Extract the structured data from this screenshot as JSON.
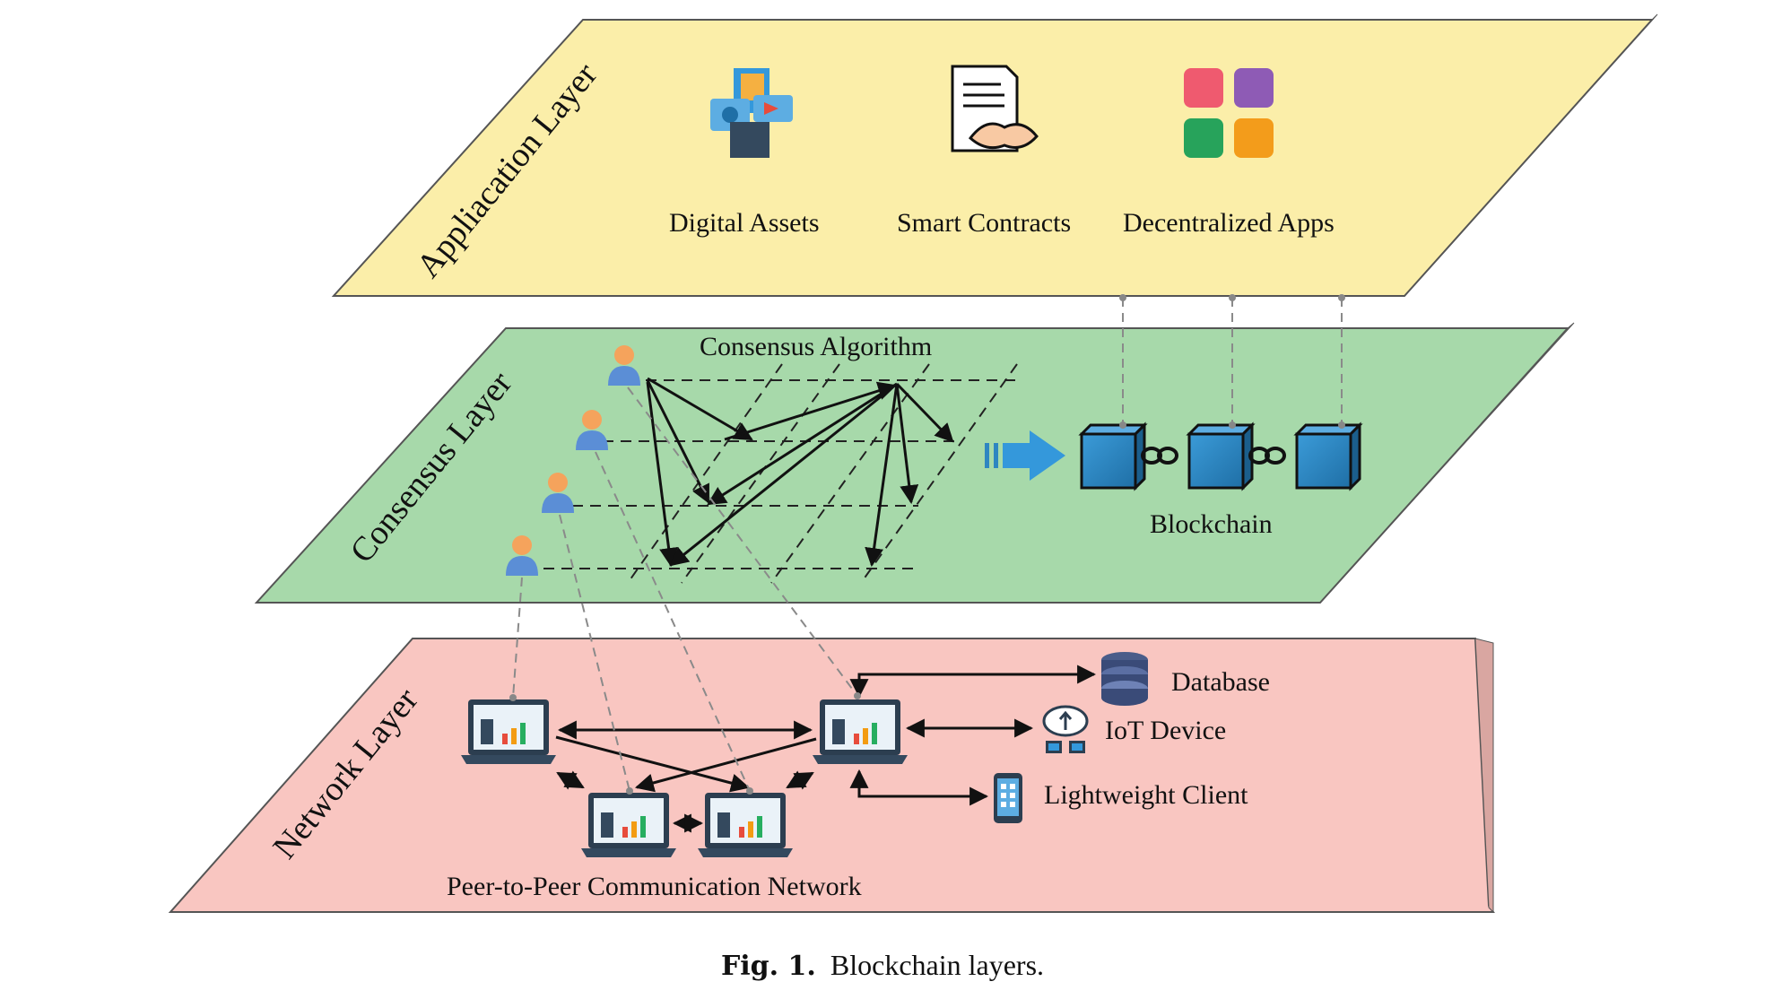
{
  "caption": {
    "label": "Fig. 1.",
    "text": "Blockchain layers."
  },
  "layers": {
    "application": {
      "title": "Appliacation Layer",
      "color": "#FBEEA9",
      "items": [
        "Digital Assets",
        "Smart Contracts",
        "Decentralized Apps"
      ],
      "icons": [
        "digital-assets-icon",
        "smart-contract-handshake-icon",
        "app-grid-icon"
      ]
    },
    "consensus": {
      "title": "Consensus Layer",
      "color": "#A7D9AA",
      "algorithm_label": "Consensus Algorithm",
      "chain_label": "Blockchain",
      "icons": [
        "user-icon",
        "right-arrow-icon",
        "block-icon",
        "chain-link-icon"
      ]
    },
    "network": {
      "title": "Network Layer",
      "color": "#F9C6C1",
      "network_label": "Peer-to-Peer Communication Network",
      "endpoints": [
        "Database",
        "IoT Device",
        "Lightweight Client"
      ],
      "icons": [
        "laptop-icon",
        "database-icon",
        "iot-cloud-icon",
        "phone-icon"
      ]
    }
  },
  "colors": {
    "arrow": "#111111",
    "dashed_link": "#9a9a9a",
    "block": "#2e86c1",
    "app_tiles": [
      "#ef5a6f",
      "#8e5bb5",
      "#27a35b",
      "#f39c1b"
    ]
  }
}
